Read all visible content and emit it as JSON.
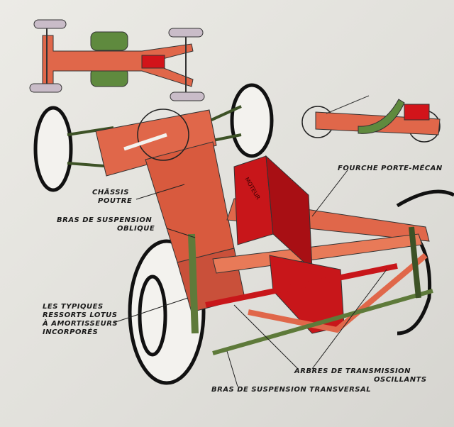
{
  "labels": {
    "chassis_poutre": [
      "CHÂSSIS",
      "POUTRE"
    ],
    "bras_oblique": [
      "BRAS DE SUSPENSION",
      "OBLIQUE"
    ],
    "ressorts": [
      "LES TYPIQUES",
      "RESSORTS LOTUS",
      "À AMORTISSEURS",
      "INCORPORÉS"
    ],
    "fourche": "FOURCHE PORTE-MÉCAN",
    "arbres": [
      "ARBRES DE TRANSMISSION",
      "OSCILLANTS"
    ],
    "bras_transversal": "BRAS DE SUSPENSION TRANSVERSAL",
    "engine_text": "MOTEUR"
  },
  "colors": {
    "chassis": "#e0674a",
    "engine": "#c8161a",
    "suspension": "#5e7a3a",
    "tire": "#111111",
    "background": "#e4e3de"
  }
}
